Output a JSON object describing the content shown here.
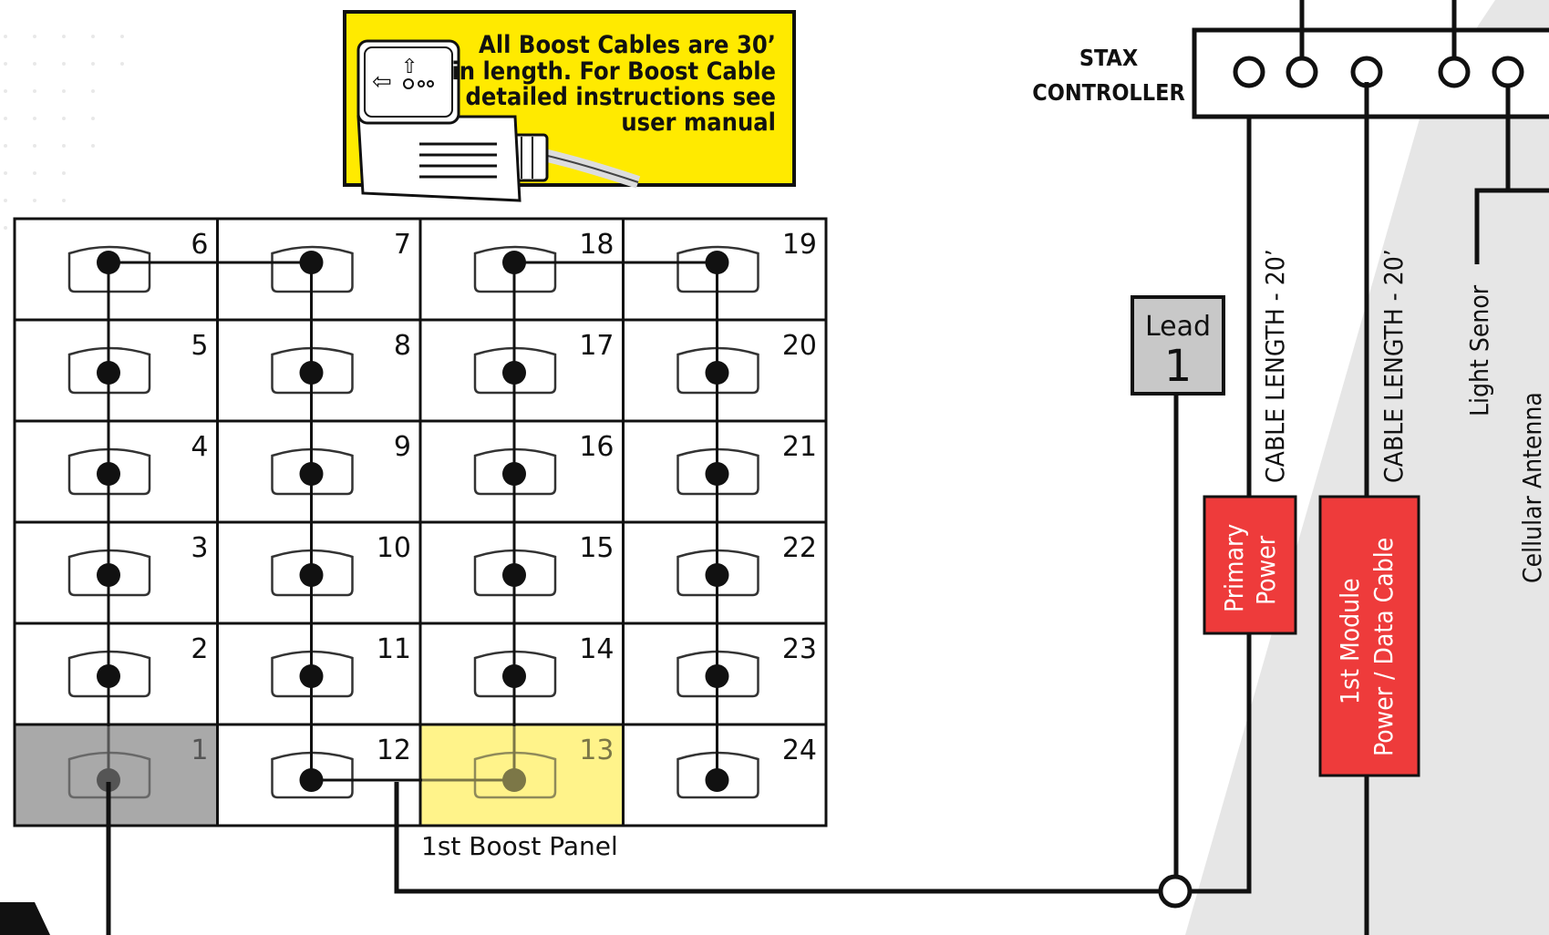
{
  "note": {
    "text_lines": [
      "All Boost Cables are 30’",
      "in length. For Boost Cable",
      "detailed instructions see",
      "user manual"
    ],
    "bg_color": "#FFEA00"
  },
  "panel": {
    "label": "1st Boost Panel",
    "cells": [
      {
        "num": "6"
      },
      {
        "num": "7"
      },
      {
        "num": "18"
      },
      {
        "num": "19"
      },
      {
        "num": "5"
      },
      {
        "num": "8"
      },
      {
        "num": "17"
      },
      {
        "num": "20"
      },
      {
        "num": "4"
      },
      {
        "num": "9"
      },
      {
        "num": "16"
      },
      {
        "num": "21"
      },
      {
        "num": "3"
      },
      {
        "num": "10"
      },
      {
        "num": "15"
      },
      {
        "num": "22"
      },
      {
        "num": "2"
      },
      {
        "num": "11"
      },
      {
        "num": "14"
      },
      {
        "num": "23"
      },
      {
        "num": "1",
        "highlight": "gray"
      },
      {
        "num": "12"
      },
      {
        "num": "13",
        "highlight": "yellow"
      },
      {
        "num": "24"
      }
    ],
    "gray_color": "#A9A9A9",
    "yellow_color": "#FFF38A"
  },
  "controller": {
    "label_line1": "STAX",
    "label_line2": "CONTROLLER"
  },
  "lead": {
    "word": "Lead",
    "number": "1",
    "bg_color": "#C8C8C8"
  },
  "cables": {
    "length_label_1": "CABLE LENGTH - 20’",
    "length_label_2": "CABLE LENGTH - 20’",
    "primary_line1": "Primary",
    "primary_line2": "Power",
    "module_line1": "1st Module",
    "module_line2": "Power / Data Cable",
    "label_color": "#EE3B3B"
  },
  "sensors": {
    "light": "Light Senor",
    "antenna": "Cellular Antenna"
  },
  "background_accent": "#E6E6E6"
}
